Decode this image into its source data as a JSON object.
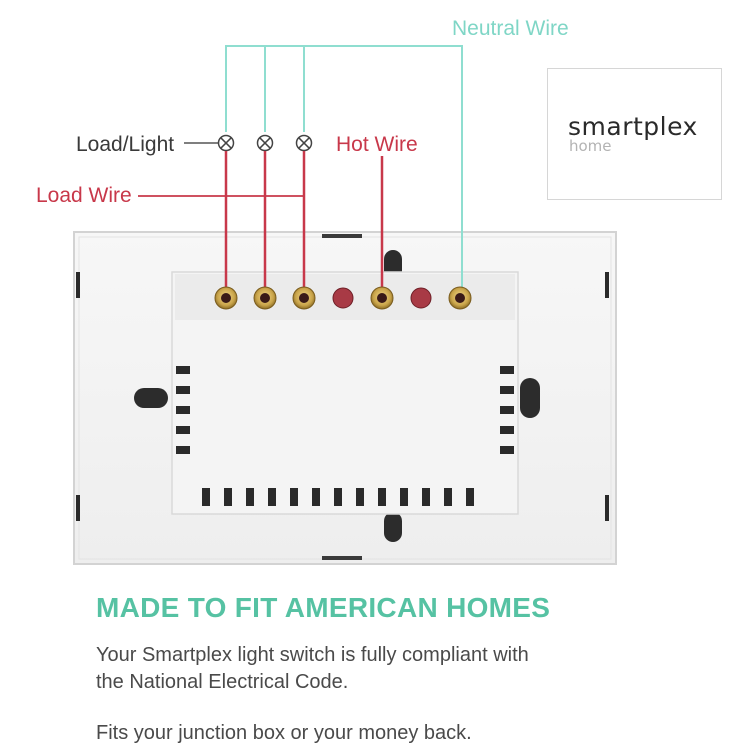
{
  "labels": {
    "neutral_wire": "Neutral Wire",
    "load_light": "Load/Light",
    "hot_wire": "Hot Wire",
    "load_wire": "Load Wire"
  },
  "logo": {
    "name": "smartplex",
    "sub": "home"
  },
  "headline": "MADE TO FIT AMERICAN HOMES",
  "body": {
    "line1": "Your Smartplex light switch is fully compliant with",
    "line2": "the National Electrical Code.",
    "p2": "Fits your junction box or your money back."
  },
  "colors": {
    "neutral": "#8fded0",
    "hot": "#c8384a",
    "accent": "#56c2a3",
    "text": "#4a4a4a"
  }
}
